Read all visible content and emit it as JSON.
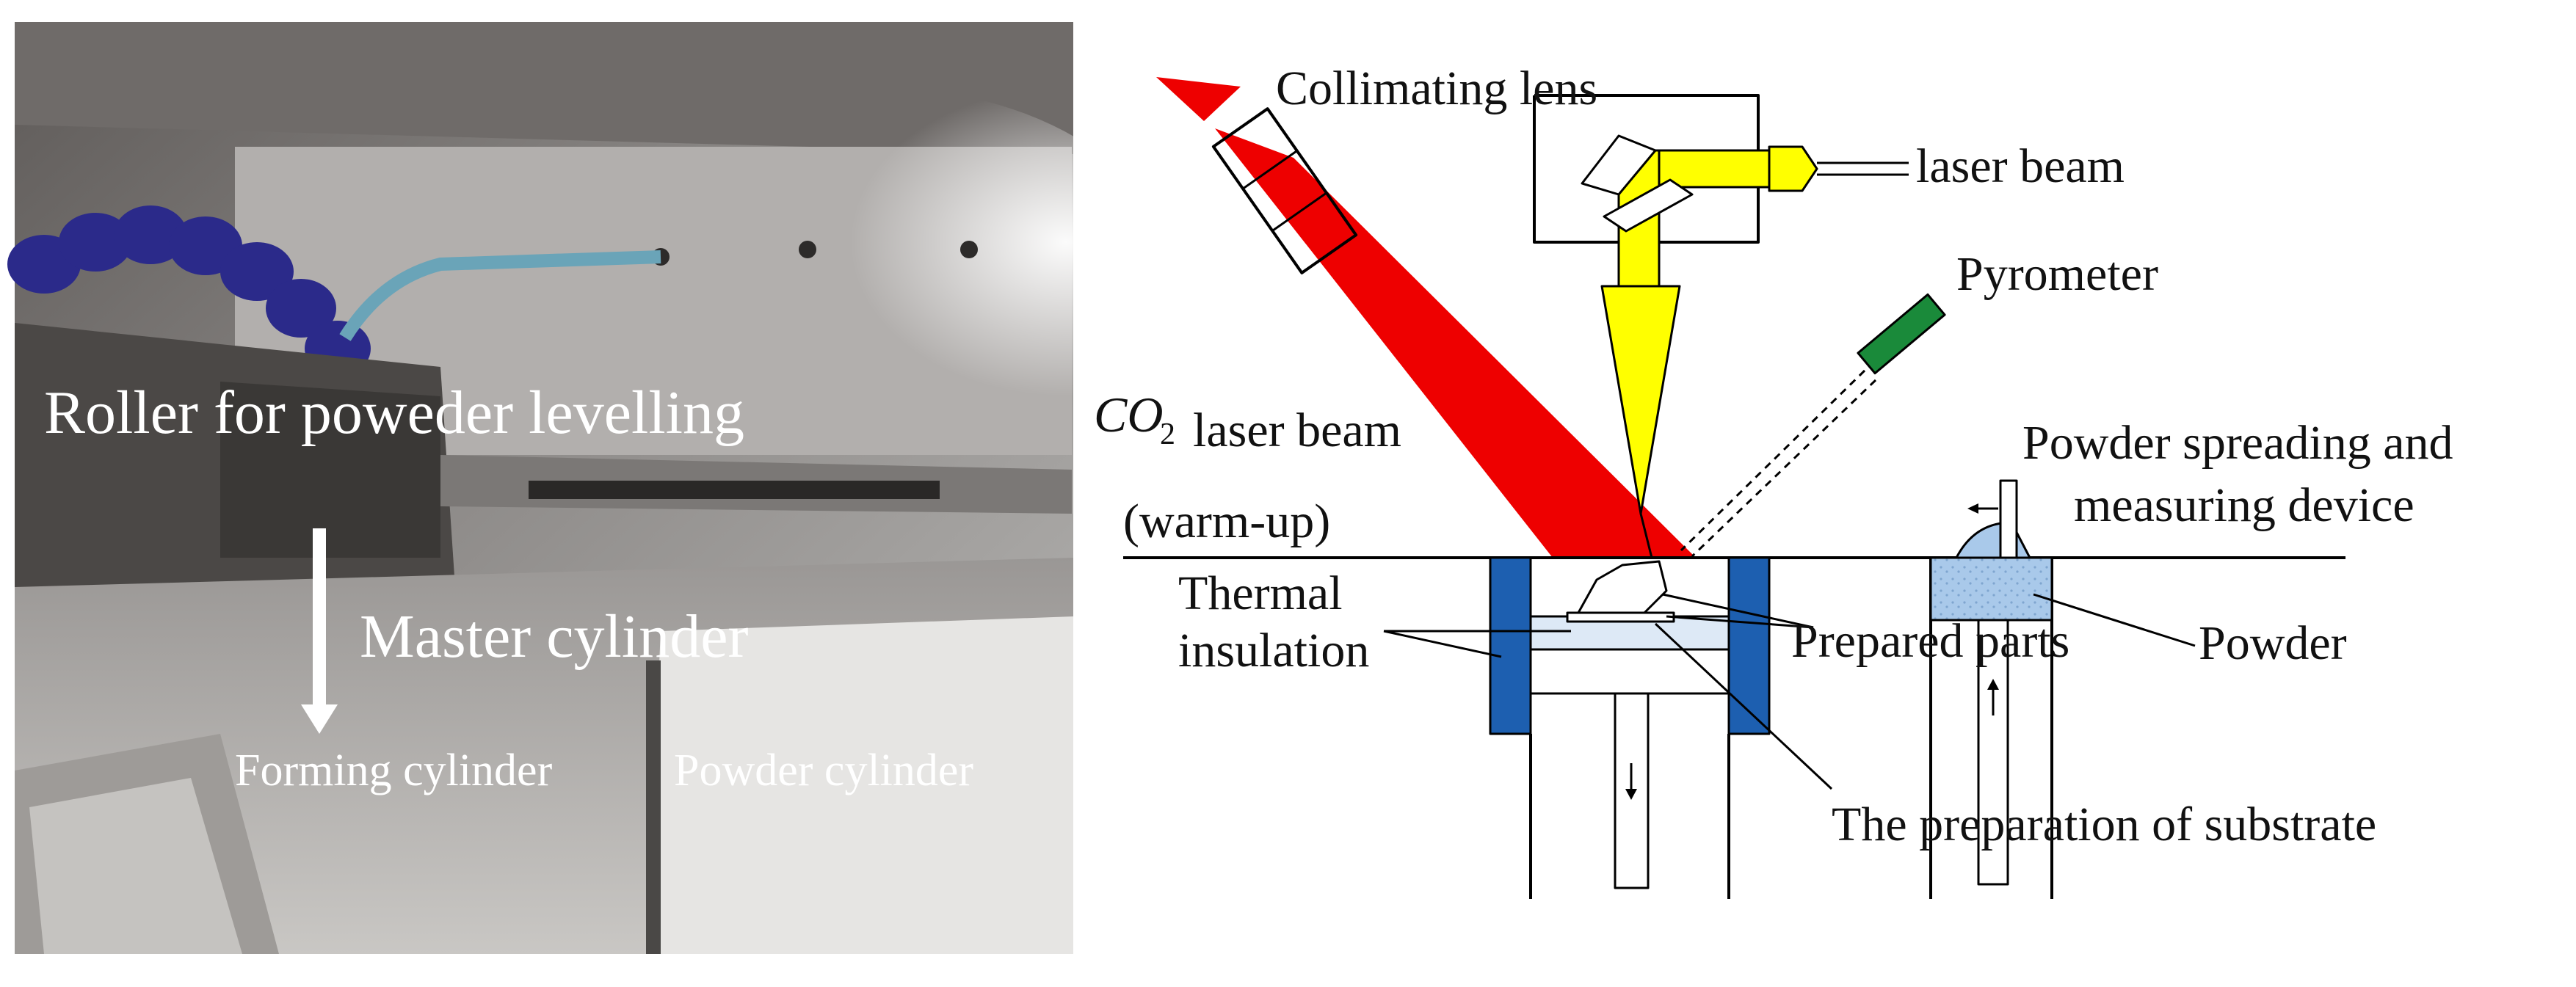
{
  "photo": {
    "labels": {
      "roller": "Roller for poweder levelling",
      "master": "Master cylinder",
      "forming": "Forming cylinder",
      "powder_cyl": "Powder cylinder"
    }
  },
  "diagram": {
    "labels": {
      "collimating": "Collimating lens",
      "laser_beam": "laser beam",
      "pyrometer": "Pyrometer",
      "co2_symbol": "CO",
      "co2_subscript": "2",
      "co2_beam": "laser beam",
      "warmup": "(warm-up)",
      "spreading_1": "Powder spreading and",
      "spreading_2": "measuring device",
      "thermal_1": "Thermal",
      "thermal_2": "insulation",
      "prepared": "Prepared parts",
      "powder": "Powder",
      "substrate": "The preparation of substrate"
    }
  },
  "colors": {
    "co2_beam": "#ee0000",
    "fiber_beam": "#ffff00",
    "insulation": "#1d5fb0",
    "powder": "#a9c9ea",
    "pyrometer": "#1a8a3a"
  }
}
